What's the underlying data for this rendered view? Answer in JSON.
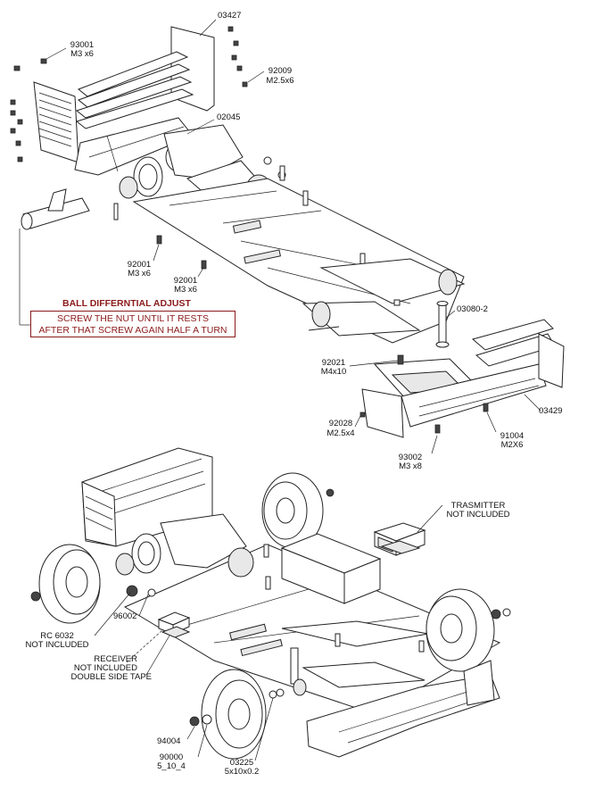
{
  "note": {
    "title": "BALL DIFFERNTIAL ADJUST",
    "line1": "SCREW THE NUT UNTIL IT RESTS",
    "line2": "AFTER THAT SCREW AGAIN HALF A TURN",
    "color": "#8b1a1a"
  },
  "labels": {
    "p03427": "03427",
    "p93001_code": "93001",
    "p93001_size": "M3 x6",
    "p92009_code": "92009",
    "p92009_size": "M2.5x6",
    "p02045": "02045",
    "p92001a_code": "92001",
    "p92001a_size": "M3 x6",
    "p92001b_code": "92001",
    "p92001b_size": "M3 x6",
    "p03080": "03080-2",
    "p92021_code": "92021",
    "p92021_size": "M4x10",
    "p03429": "03429",
    "p92028_code": "92028",
    "p92028_size": "M2.5x4",
    "p91004_code": "91004",
    "p91004_size": "M2X6",
    "p93002_code": "93002",
    "p93002_size": "M3 x8",
    "trasmitter_1": "TRASMITTER",
    "trasmitter_2": "NOT INCLUDED",
    "p96002": "96002",
    "rc_1": "RC 6032",
    "rc_2": "NOT INCLUDED",
    "receiver_1": "RECEIVER",
    "receiver_2": "NOT INCLUDED",
    "receiver_3": "DOUBLE SIDE TAPE",
    "p94004": "94004",
    "p90000_code": "90000",
    "p90000_size": "5_10_4",
    "p03225_code": "03225",
    "p03225_size": "5x10x0.2"
  }
}
